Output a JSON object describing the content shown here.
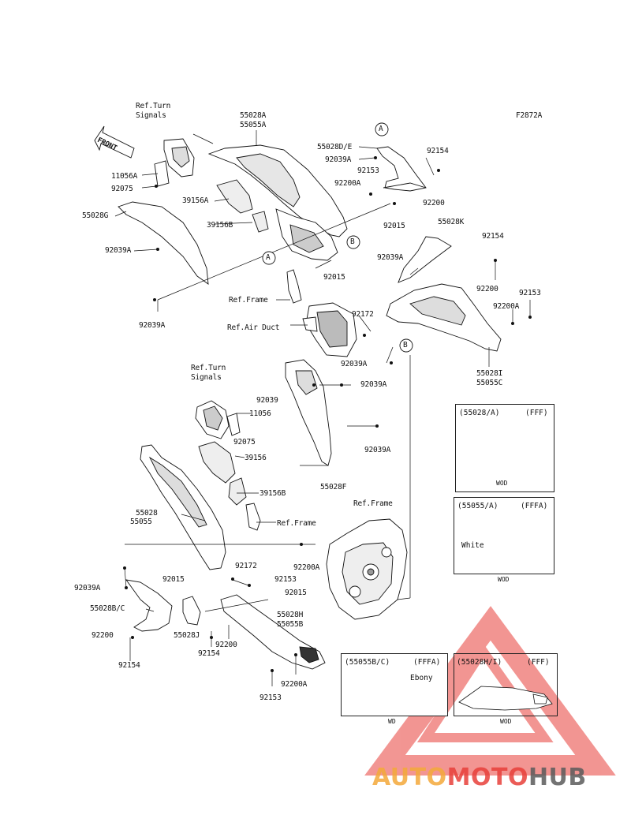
{
  "figure_code": "F2872A",
  "front_label": "FRONT",
  "callouts": {
    "a": "A",
    "b": "B"
  },
  "labels": {
    "ref_turn_signals_top": "Ref.Turn\nSignals",
    "p55028a": "55028A",
    "p55055a": "55055A",
    "p55028de": "55028D/E",
    "p92039a_top": "92039A",
    "p92153_top": "92153",
    "p92154_top": "92154",
    "p92200a_top": "92200A",
    "p92200_top": "92200",
    "p92015_top": "92015",
    "p11056a": "11056A",
    "p92075_top": "92075",
    "p39156a": "39156A",
    "p55028g": "55028G",
    "p39156b_top": "39156B",
    "p92039a_left": "92039A",
    "p92015_mid": "92015",
    "ref_frame_top": "Ref.Frame",
    "p92039a_bl": "92039A",
    "p55028k": "55028K",
    "p92154_right": "92154",
    "p92039a_r": "92039A",
    "p92200_right": "92200",
    "p92153_right": "92153",
    "p92200a_right": "92200A",
    "ref_air_duct": "Ref.Air Duct",
    "p92172_top": "92172",
    "p92039a_mid": "92039A",
    "p55028i": "55028I",
    "p55055c": "55055C",
    "ref_turn_signals_mid": "Ref.Turn\nSignals",
    "p92039": "92039",
    "p92039a_c": "92039A",
    "p11056": "11056",
    "p92075_mid": "92075",
    "p92039a_c2": "92039A",
    "p39156": "39156",
    "p55028f": "55028F",
    "p39156b_mid": "39156B",
    "p55028": "55028",
    "p55055": "55055",
    "ref_frame_mid": "Ref.Frame",
    "ref_frame_low": "Ref.Frame",
    "p92200a_low": "92200A",
    "p92172_low": "92172",
    "p92153_low": "92153",
    "p92015_l1": "92015",
    "p92039a_ll": "92039A",
    "p92015_l2": "92015",
    "p55028bc": "55028B/C",
    "p55028h": "55028H",
    "p55055b": "55055B",
    "p92200_ll": "92200",
    "p55028j": "55028J",
    "p92200_lc": "92200",
    "p92154_ll": "92154",
    "p92154_lc": "92154",
    "p92200a_bottom": "92200A",
    "p92153_bottom": "92153"
  },
  "variant_boxes": [
    {
      "header": "(55028/A)",
      "code": "(FFF)",
      "note": "",
      "caption": "WOD"
    },
    {
      "header": "(55055/A)",
      "code": "(FFFA)",
      "note": "White",
      "caption": "WOD"
    },
    {
      "header": "(55055B/C)",
      "code": "(FFFA)",
      "note": "Ebony",
      "caption": "WD"
    },
    {
      "header": "(55028H/I)",
      "code": "(FFF)",
      "note": "",
      "caption": "WOD"
    }
  ],
  "watermark": {
    "auto": "AUTO",
    "moto": "MOTO",
    "hub": "HUB",
    "colors": {
      "auto": "#f4a93a",
      "moto": "#e8403a",
      "hub": "#5b5b5b",
      "triangle": "#e8403a"
    }
  }
}
